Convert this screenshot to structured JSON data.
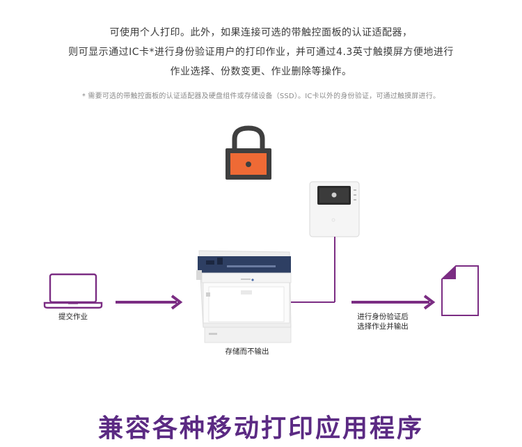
{
  "intro": {
    "line1": "可使用个人打印。此外，如果连接可选的带触控面板的认证适配器，",
    "line2": "则可显示通过IC卡*进行身份验证用户的打印作业，并可通过4.3英寸触摸屏方便地进行",
    "line3": "作业选择、份数变更、作业删除等操作。"
  },
  "footnote": "* 需要可选的带触控面板的认证适配器及硬盘组件或存储设备（SSD）。IC卡以外的身份验证，可通过触摸屏进行。",
  "diagram": {
    "laptop_label": "提交作业",
    "printer_label": "存储而不输出",
    "output_label_line1": "进行身份验证后",
    "output_label_line2": "选择作业并输出"
  },
  "headline": "兼容各种移动打印应用程序",
  "colors": {
    "accent": "#7b2d83",
    "lock_body": "#ef6a35",
    "lock_frame": "#3f3f3f",
    "headline": "#5b2a83"
  },
  "icons": [
    "laptop-icon",
    "arrow-icon",
    "printer-icon",
    "lock-icon",
    "card-reader-icon",
    "document-icon"
  ]
}
